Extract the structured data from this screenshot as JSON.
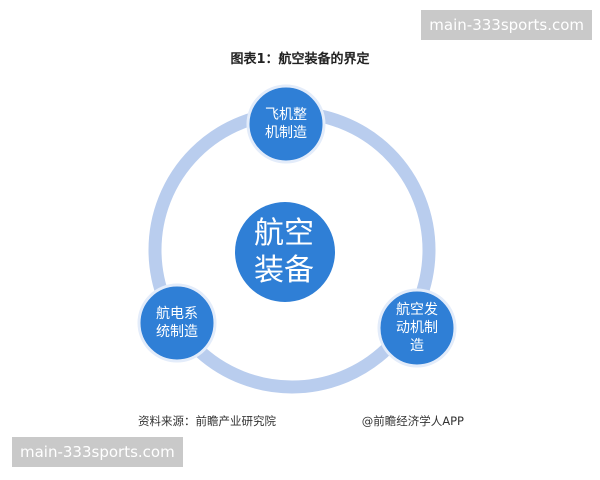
{
  "watermark_top": "main-333sports.com",
  "watermark_bottom": "main-333sports.com",
  "title": "图表1：航空装备的界定",
  "center": {
    "line1": "航空",
    "line2": "装备"
  },
  "nodes": {
    "top": {
      "line1": "飞机整",
      "line2": "机制造"
    },
    "right": {
      "line1": "航空发",
      "line2": "动机制",
      "line3": "造"
    },
    "left": {
      "line1": "航电系",
      "line2": "统制造"
    }
  },
  "source": "资料来源：前瞻产业研究院",
  "credit": "@前瞻经济学人APP",
  "colors": {
    "node_blue": "#2f7fd6",
    "ring": "#b9cdee"
  }
}
